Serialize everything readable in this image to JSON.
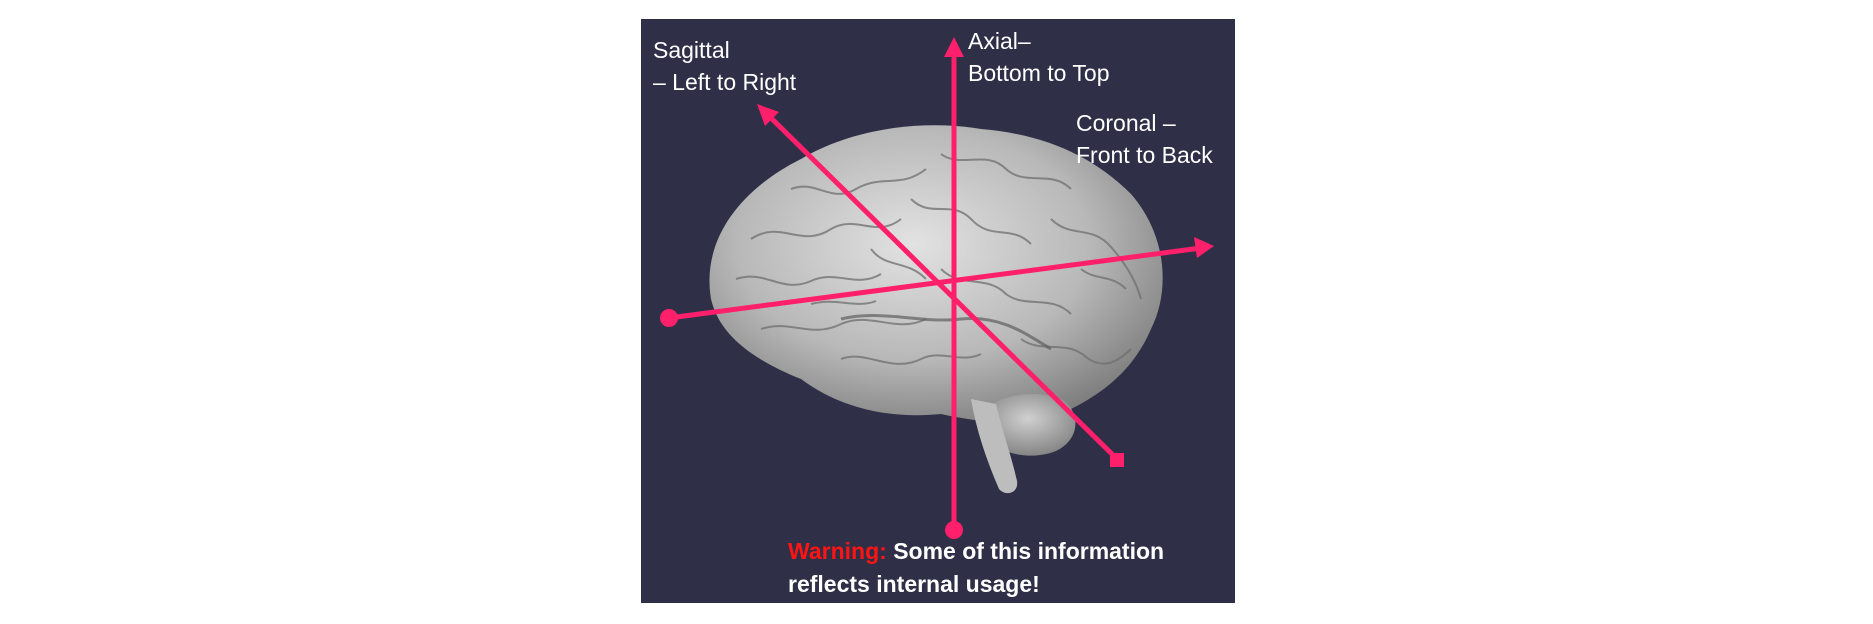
{
  "labels": {
    "sagittal_line1": "Sagittal",
    "sagittal_line2": "– Left to Right",
    "axial_line1": "Axial–",
    "axial_line2": "Bottom to Top",
    "coronal_line1": "Coronal –",
    "coronal_line2": "Front to Back"
  },
  "warning": {
    "prefix": "Warning:",
    "text_line1": "Some of this information",
    "text_line2": "reflects internal usage!"
  },
  "colors": {
    "background": "#2f2f47",
    "axis": "#ff1f6a",
    "warning_prefix": "#ff1414",
    "text": "#ffffff"
  },
  "icons": {
    "brain": "brain-illustration"
  }
}
